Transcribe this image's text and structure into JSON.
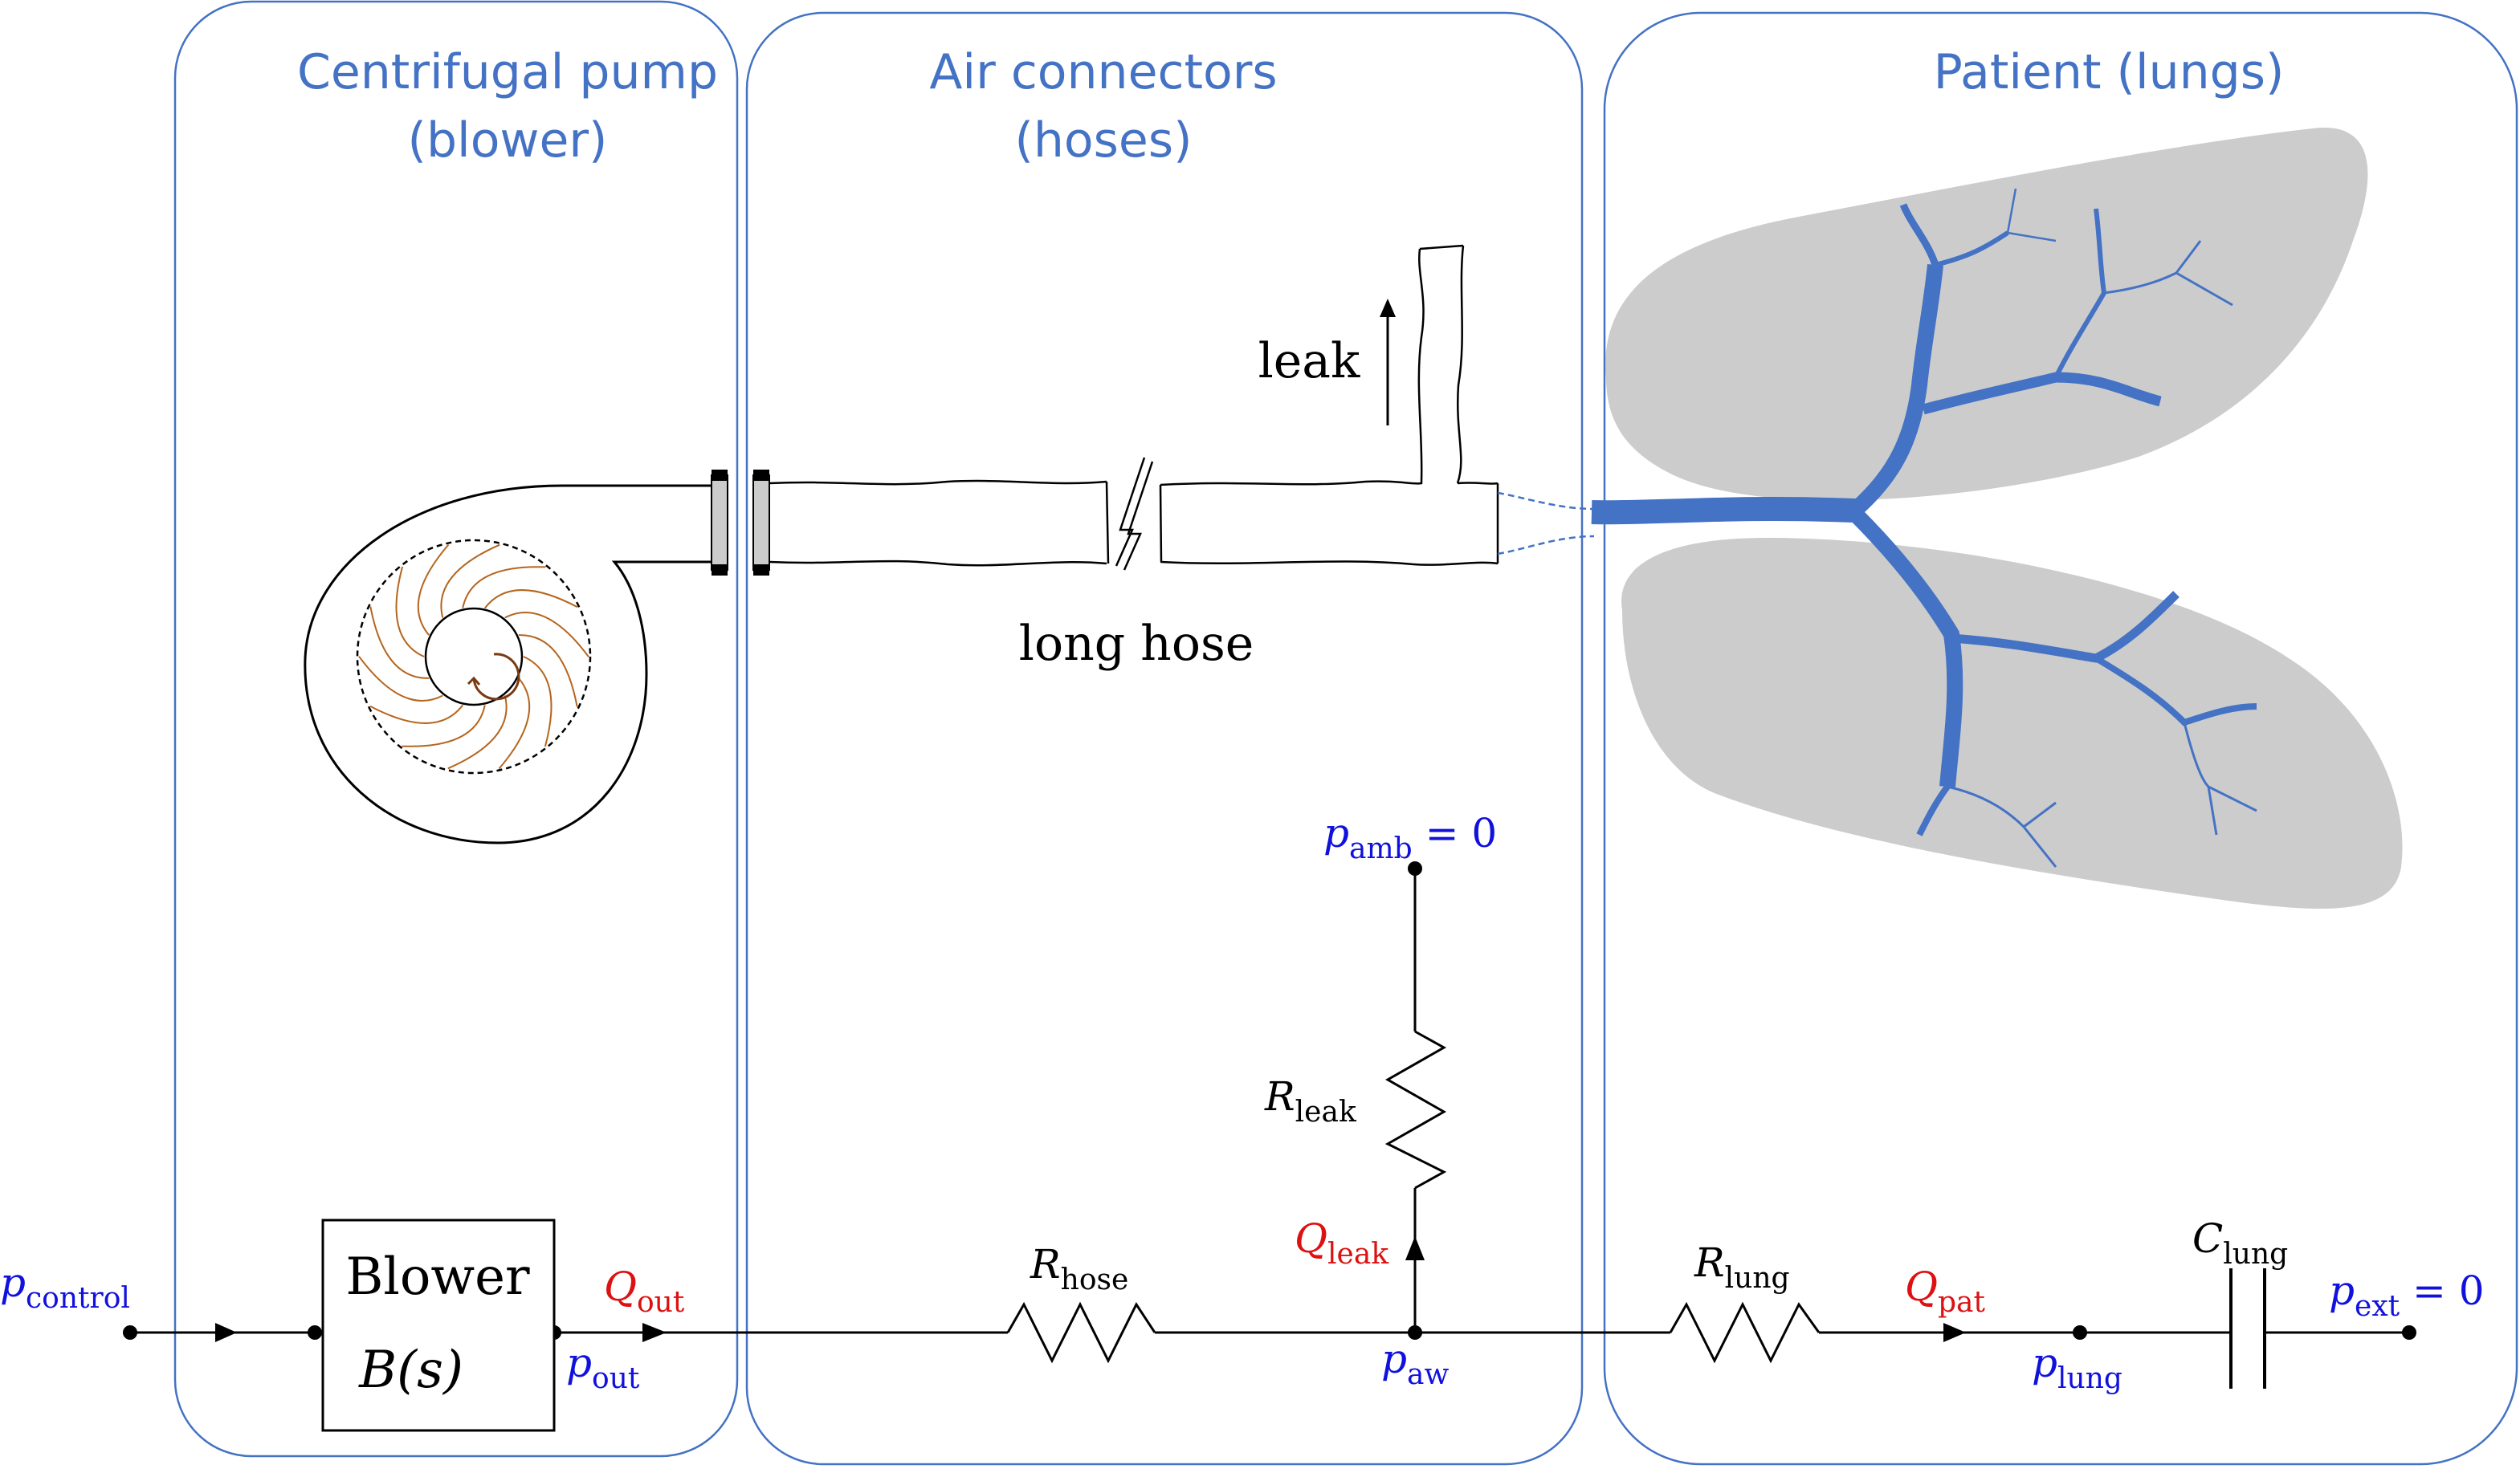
{
  "panels": [
    {
      "id": "pump",
      "title_lines": [
        "Centrifugal pump",
        "(blower)"
      ]
    },
    {
      "id": "hoses",
      "title_lines": [
        "Air connectors",
        "(hoses)"
      ]
    },
    {
      "id": "patient",
      "title_lines": [
        "Patient (lungs)"
      ]
    }
  ],
  "illustration": {
    "leak_label": "leak",
    "hose_label": "long hose"
  },
  "circuit": {
    "blower_block": {
      "line1": "Blower",
      "line2": "B(s)"
    },
    "p_control": {
      "sym": "p",
      "sub": "control"
    },
    "p_out": {
      "sym": "p",
      "sub": "out"
    },
    "Q_out": {
      "sym": "Q",
      "sub": "out"
    },
    "R_hose": {
      "sym": "R",
      "sub": "hose"
    },
    "p_amb": {
      "sym": "p",
      "sub": "amb",
      "tail": " = 0"
    },
    "R_leak": {
      "sym": "R",
      "sub": "leak"
    },
    "Q_leak": {
      "sym": "Q",
      "sub": "leak"
    },
    "p_aw": {
      "sym": "p",
      "sub": "aw"
    },
    "R_lung": {
      "sym": "R",
      "sub": "lung"
    },
    "Q_pat": {
      "sym": "Q",
      "sub": "pat"
    },
    "p_lung": {
      "sym": "p",
      "sub": "lung"
    },
    "C_lung": {
      "sym": "C",
      "sub": "lung"
    },
    "p_ext": {
      "sym": "p",
      "sub": "ext",
      "tail": " = 0"
    }
  },
  "colors": {
    "panel_border": "#4472c4",
    "title": "#4472c4",
    "pressure": "#1111dd",
    "flow": "#dd1111",
    "airway": "#4472c4",
    "lung_fill": "#cccccc",
    "impeller": "#b5651d"
  },
  "icons": [
    "centrifugal-pump-icon",
    "hose-icon",
    "lungs-icon"
  ]
}
